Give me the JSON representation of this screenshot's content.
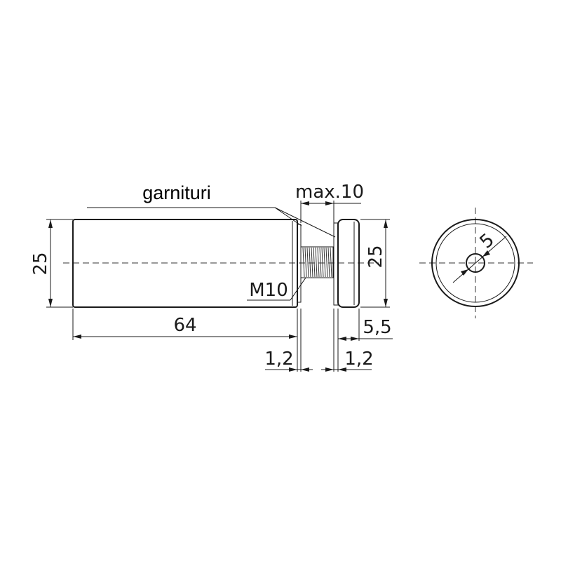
{
  "drawing": {
    "callout": "garnituri",
    "thread_label": "M10",
    "dimensions": {
      "length": "64",
      "diameter_left": "25",
      "diameter_right": "25",
      "adjust_max": "max.10",
      "head_thickness": "5,5",
      "gasket_left": "1,2",
      "gasket_right": "1,2",
      "hole": "5"
    }
  }
}
